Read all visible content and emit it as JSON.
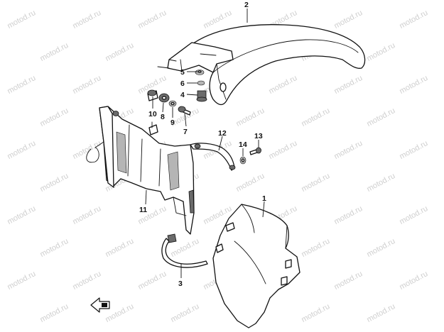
{
  "watermark": {
    "text": "motod.ru"
  },
  "callouts": {
    "c1": "1",
    "c2": "2",
    "c3": "3",
    "c4": "4",
    "c5": "5",
    "c6": "6",
    "c7": "7",
    "c8": "8",
    "c9": "9",
    "c10": "10",
    "c11": "11",
    "c12": "12",
    "c13": "13",
    "c14": "14"
  },
  "front_arrow_icon": "front-direction-arrow-icon"
}
